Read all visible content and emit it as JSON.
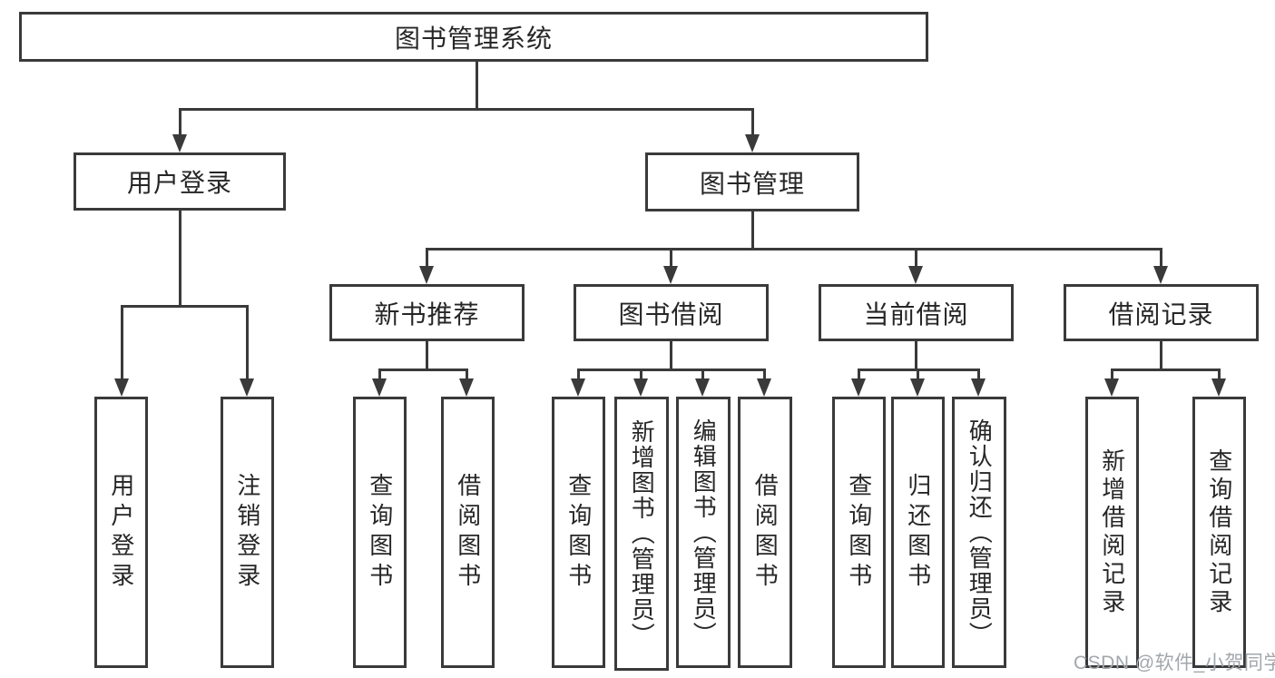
{
  "diagram": {
    "type": "hierarchy-tree",
    "colors": {
      "line": "#3a3a3a",
      "text": "#262626",
      "watermark": "#a2a7ac",
      "background": "#ffffff"
    },
    "tree": {
      "label": "图书管理系统",
      "children": [
        {
          "label": "用户登录",
          "children": [
            {
              "label": "用户登录"
            },
            {
              "label": "注销登录"
            }
          ]
        },
        {
          "label": "图书管理",
          "children": [
            {
              "label": "新书推荐",
              "children": [
                {
                  "label": "查询图书"
                },
                {
                  "label": "借阅图书"
                }
              ]
            },
            {
              "label": "图书借阅",
              "children": [
                {
                  "label": "查询图书"
                },
                {
                  "label": "新增图书（管理员）"
                },
                {
                  "label": "编辑图书（管理员）"
                },
                {
                  "label": "借阅图书"
                }
              ]
            },
            {
              "label": "当前借阅",
              "children": [
                {
                  "label": "查询图书"
                },
                {
                  "label": "归还图书"
                },
                {
                  "label": "确认归还（管理员）"
                }
              ]
            },
            {
              "label": "借阅记录",
              "children": [
                {
                  "label": "新增借阅记录"
                },
                {
                  "label": "查询借阅记录"
                }
              ]
            }
          ]
        }
      ]
    },
    "watermark": {
      "text": "CSDN @软件_小贺同学"
    }
  }
}
